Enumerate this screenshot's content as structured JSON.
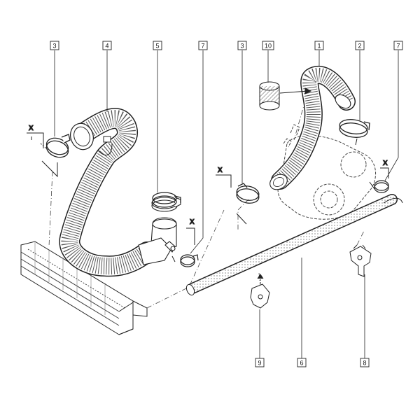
{
  "callouts": {
    "c1": "1",
    "c2": "2",
    "c3a": "3",
    "c3b": "3",
    "c4": "4",
    "c5": "5",
    "c6": "6",
    "c7a": "7",
    "c7b": "7",
    "c8": "8",
    "c9": "9",
    "c10": "10"
  },
  "section_marks": {
    "x1": "X",
    "x2": "X",
    "x3": "X",
    "x4": "X"
  }
}
